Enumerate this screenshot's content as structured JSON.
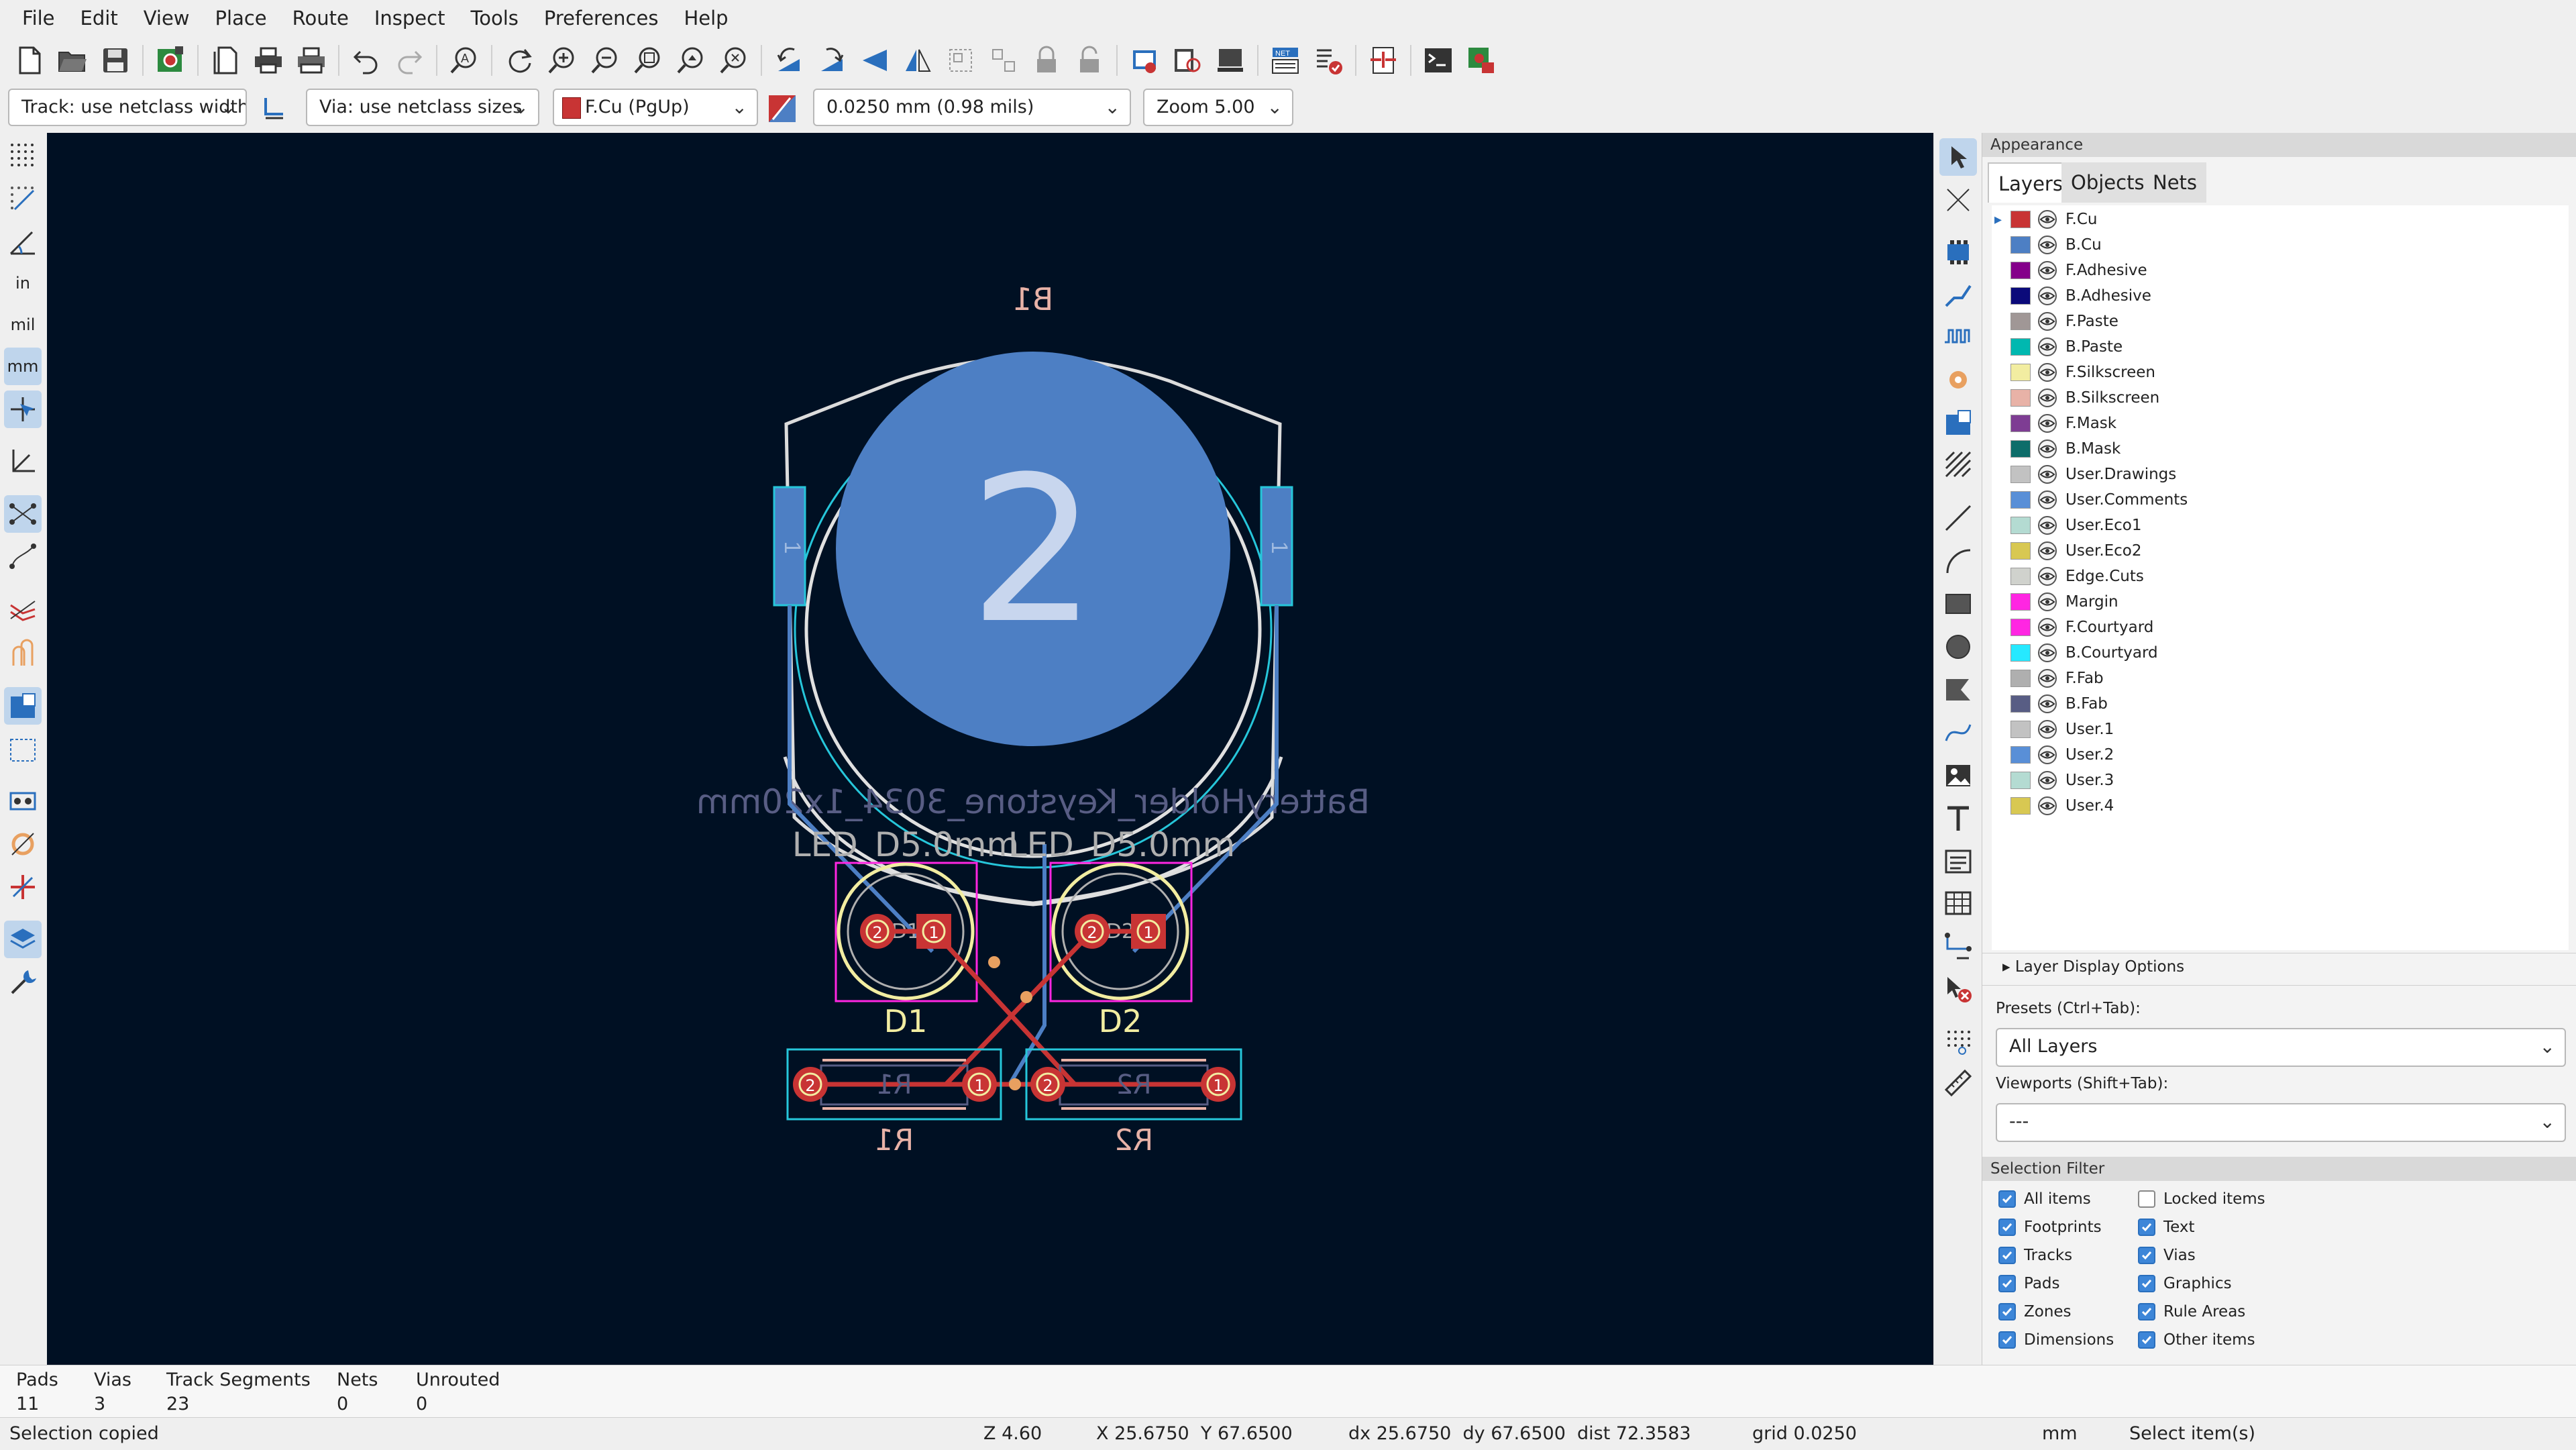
{
  "menu": [
    "File",
    "Edit",
    "View",
    "Place",
    "Route",
    "Inspect",
    "Tools",
    "Preferences",
    "Help"
  ],
  "aux_toolbar": {
    "track": "Track: use netclass width",
    "via": "Via: use netclass sizes",
    "layer": "F.Cu (PgUp)",
    "grid": "0.0250 mm (0.98 mils)",
    "zoom": "Zoom 5.00"
  },
  "left_toolbar_text": {
    "inch": "in",
    "mil": "mil",
    "mm": "mm"
  },
  "pcb": {
    "battery_ref": "B1",
    "battery_pad": "2",
    "battery_pin_left": "1",
    "battery_pin_right": "1",
    "battery_value": "BatteryHolder_Keystone_3034_1x20mm",
    "d1_value": "LED_D5.0mm",
    "d2_value": "LED_D5.0mm",
    "d1_ref": "D1",
    "d2_ref": "D2",
    "d1_fab": "D1",
    "d2_fab": "D2",
    "r1_ref": "R1",
    "r2_ref": "R2",
    "r1_fab": "R1",
    "r2_fab": "R2",
    "pad1": "1",
    "pad2": "2"
  },
  "appearance": {
    "title": "Appearance",
    "tabs": [
      "Layers",
      "Objects",
      "Nets"
    ],
    "layers": [
      {
        "name": "F.Cu",
        "color": "#c83434"
      },
      {
        "name": "B.Cu",
        "color": "#4d7fc4"
      },
      {
        "name": "F.Adhesive",
        "color": "#84008a"
      },
      {
        "name": "B.Adhesive",
        "color": "#0b0a7a"
      },
      {
        "name": "F.Paste",
        "color": "#a09796"
      },
      {
        "name": "B.Paste",
        "color": "#00b8b0"
      },
      {
        "name": "F.Silkscreen",
        "color": "#f2eda1"
      },
      {
        "name": "B.Silkscreen",
        "color": "#e8b2a7"
      },
      {
        "name": "F.Mask",
        "color": "#7e3d93"
      },
      {
        "name": "B.Mask",
        "color": "#0d6d6a"
      },
      {
        "name": "User.Drawings",
        "color": "#c2c2c2"
      },
      {
        "name": "User.Comments",
        "color": "#598fd7"
      },
      {
        "name": "User.Eco1",
        "color": "#b4dbd2"
      },
      {
        "name": "User.Eco2",
        "color": "#d8c852"
      },
      {
        "name": "Edge.Cuts",
        "color": "#d0d2cd"
      },
      {
        "name": "Margin",
        "color": "#ff26e2"
      },
      {
        "name": "F.Courtyard",
        "color": "#ff26e2"
      },
      {
        "name": "B.Courtyard",
        "color": "#26e9ff"
      },
      {
        "name": "F.Fab",
        "color": "#afafaf"
      },
      {
        "name": "B.Fab",
        "color": "#585d84"
      },
      {
        "name": "User.1",
        "color": "#c2c2c2"
      },
      {
        "name": "User.2",
        "color": "#598fd7"
      },
      {
        "name": "User.3",
        "color": "#b4dbd2"
      },
      {
        "name": "User.4",
        "color": "#d8c852"
      }
    ],
    "layer_display_options": "Layer Display Options",
    "presets_label": "Presets (Ctrl+Tab):",
    "presets_value": "All Layers",
    "viewports_label": "Viewports (Shift+Tab):",
    "viewports_value": "---"
  },
  "selection_filter": {
    "title": "Selection Filter",
    "items": [
      {
        "label": "All items",
        "checked": true
      },
      {
        "label": "Locked items",
        "checked": false
      },
      {
        "label": "Footprints",
        "checked": true
      },
      {
        "label": "Text",
        "checked": true
      },
      {
        "label": "Tracks",
        "checked": true
      },
      {
        "label": "Vias",
        "checked": true
      },
      {
        "label": "Pads",
        "checked": true
      },
      {
        "label": "Graphics",
        "checked": true
      },
      {
        "label": "Zones",
        "checked": true
      },
      {
        "label": "Rule Areas",
        "checked": true
      },
      {
        "label": "Dimensions",
        "checked": true
      },
      {
        "label": "Other items",
        "checked": true
      }
    ]
  },
  "message_panel": [
    {
      "label": "Pads",
      "value": "11"
    },
    {
      "label": "Vias",
      "value": "3"
    },
    {
      "label": "Track Segments",
      "value": "23"
    },
    {
      "label": "Nets",
      "value": "0"
    },
    {
      "label": "Unrouted",
      "value": "0"
    }
  ],
  "status": {
    "message": "Selection copied",
    "zoom": "Z 4.60",
    "xy": "X 25.6750  Y 67.6500",
    "delta": "dx 25.6750  dy 67.6500  dist 72.3583",
    "grid": "grid 0.0250",
    "units": "mm",
    "mode": "Select item(s)"
  }
}
